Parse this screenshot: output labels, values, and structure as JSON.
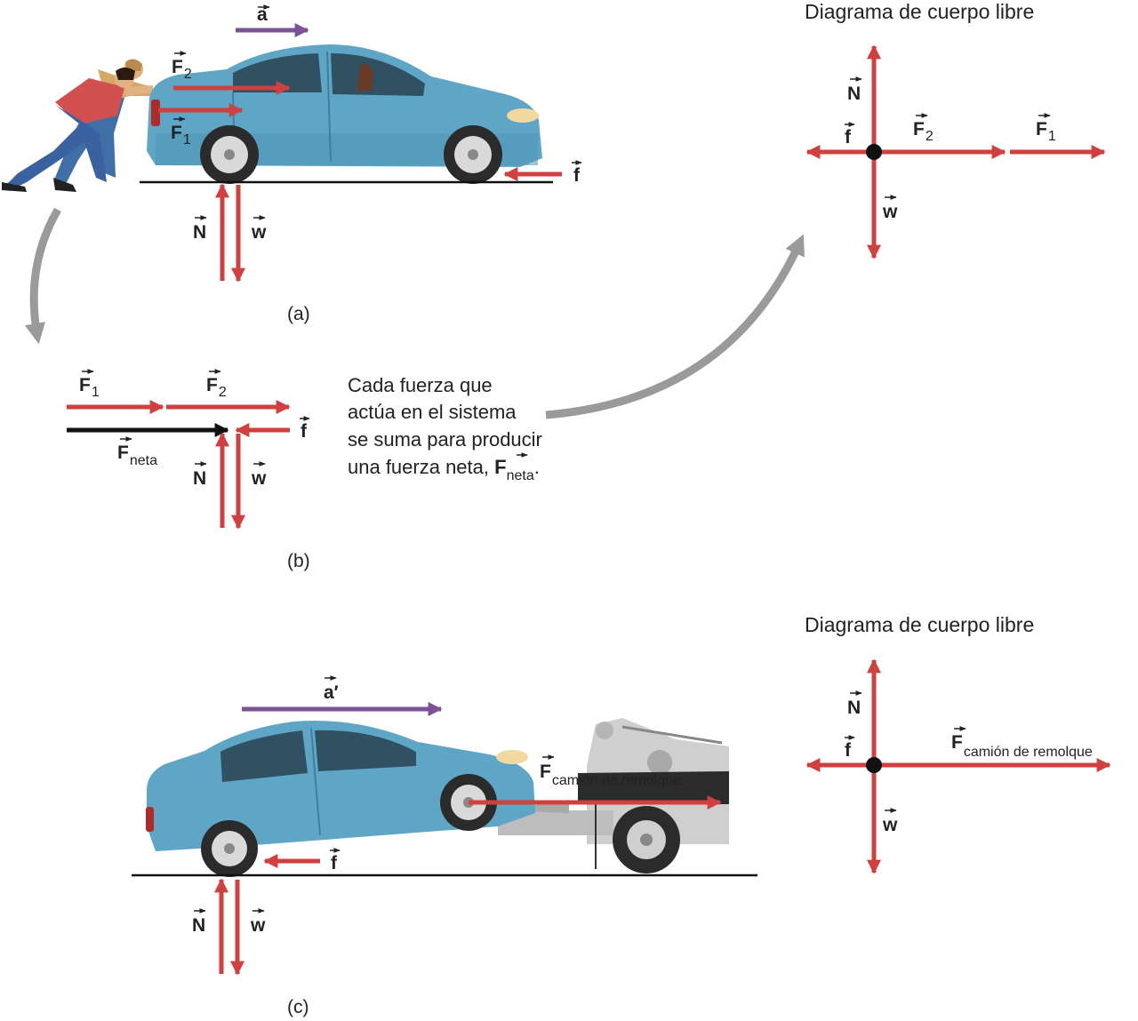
{
  "colors": {
    "force": "#d23f3f",
    "accel": "#7b5296",
    "net": "#111111",
    "flow": "#9a9a9a",
    "car_body": "#5fa6c6",
    "car_dark": "#3d7f9e",
    "glass": "#2f5161",
    "tire": "#2b2b2b",
    "rim": "#d9d9d9",
    "ground": "#111111"
  },
  "labels": {
    "N": "N",
    "w": "w",
    "f": "f",
    "F": "F",
    "a": "a",
    "a_prime": "a′",
    "sub_1": "1",
    "sub_2": "2",
    "sub_neta": "neta",
    "sub_tow": "camión de remolque"
  },
  "captions": {
    "a": "(a)",
    "b": "(b)",
    "c": "(c)"
  },
  "fbd_titles": {
    "top": "Diagrama de cuerpo libre",
    "bottom": "Diagrama de cuerpo libre"
  },
  "explanation": {
    "line1": "Cada fuerza que",
    "line2": "actúa en el sistema",
    "line3": "se suma para producir",
    "line4": "una fuerza neta, ",
    "line4_end": "."
  },
  "icons": [
    "people-pushing-icon",
    "car-icon",
    "tow-truck-icon",
    "vector-arrow-icon"
  ]
}
